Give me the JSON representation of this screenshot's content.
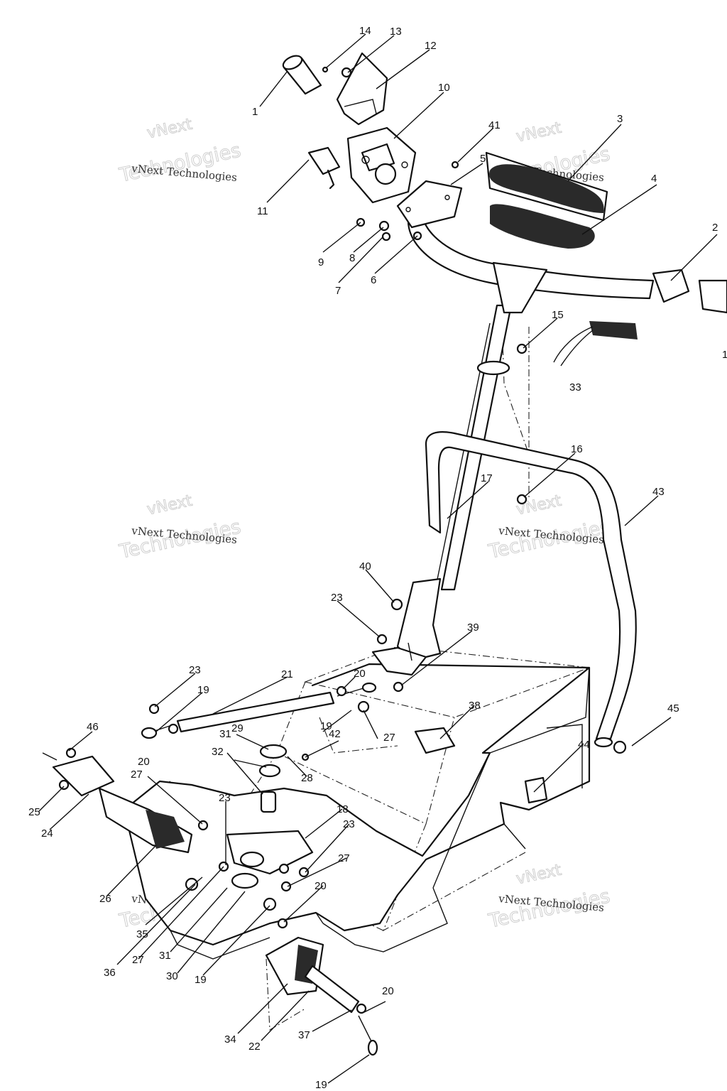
{
  "watermark": {
    "line1": "vNext",
    "line2": "vNext Technologies",
    "line3": "Technologies"
  },
  "callouts": [
    "1",
    "2",
    "3",
    "4",
    "5",
    "6",
    "7",
    "8",
    "9",
    "10",
    "11",
    "12",
    "13",
    "14",
    "15",
    "16",
    "17",
    "19",
    "20",
    "21",
    "22",
    "23",
    "24",
    "25",
    "26",
    "27",
    "28",
    "29",
    "30",
    "31",
    "32",
    "33",
    "34",
    "35",
    "36",
    "37",
    "38",
    "39",
    "40",
    "41",
    "42",
    "43",
    "44",
    "45",
    "46",
    "18"
  ],
  "edge_label": "1"
}
